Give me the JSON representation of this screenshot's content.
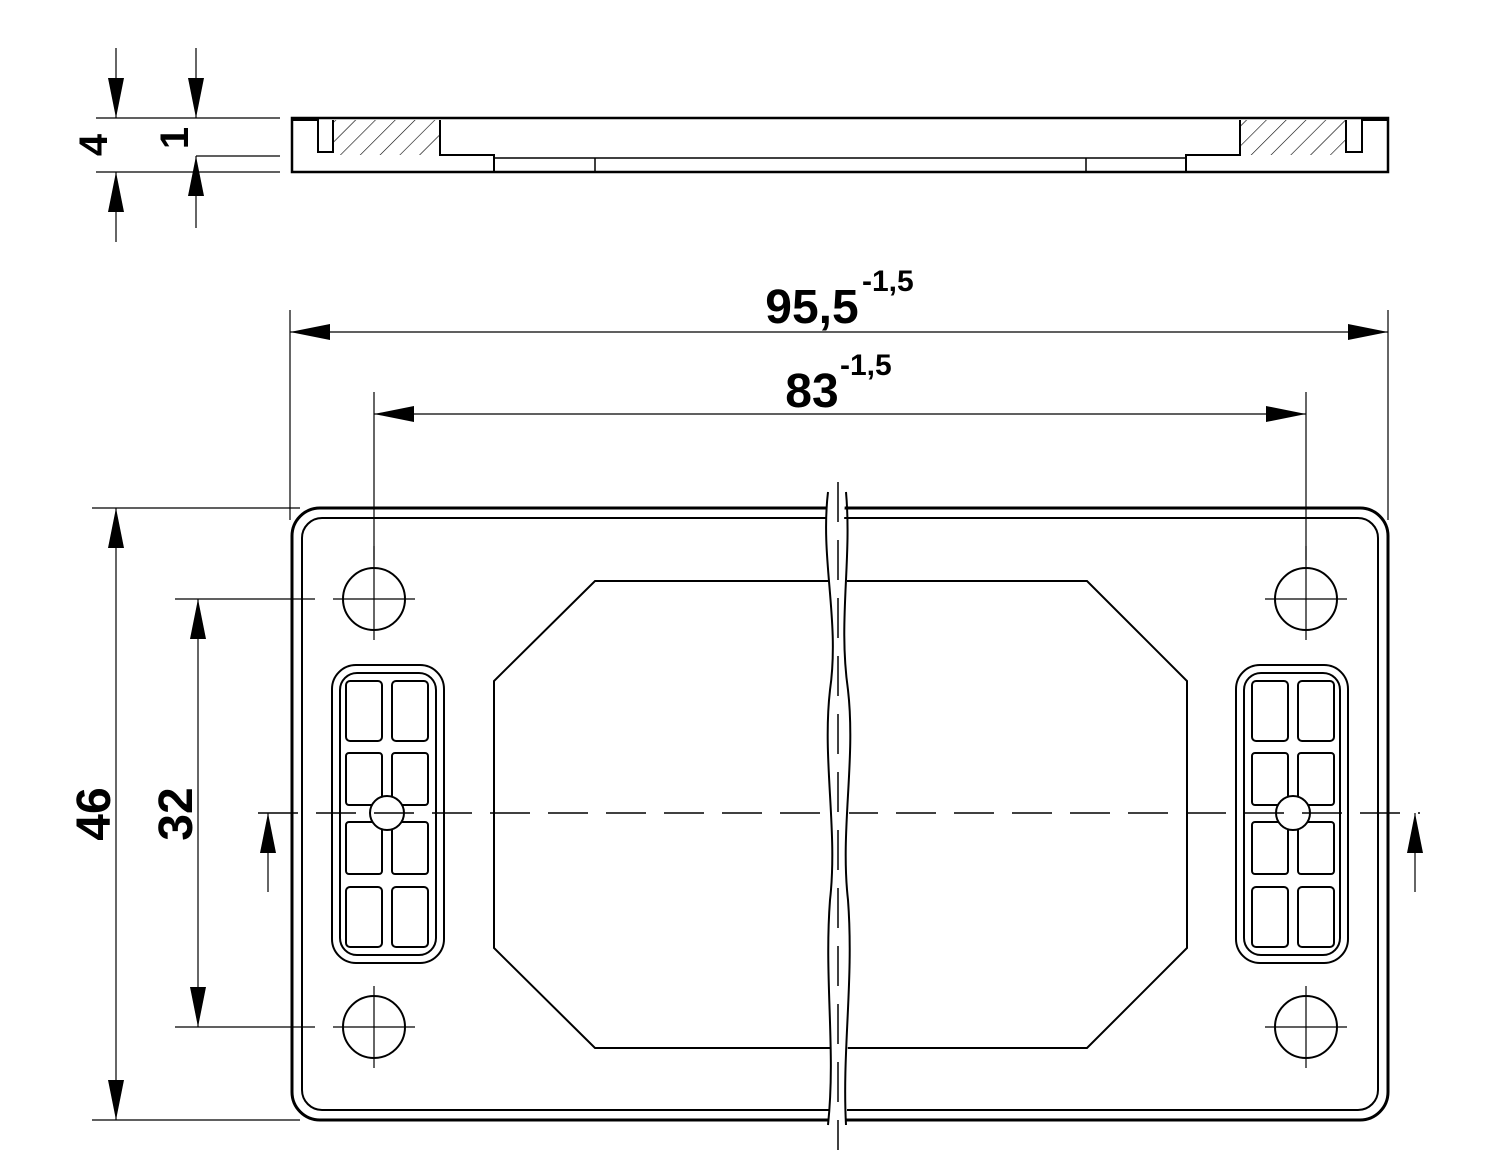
{
  "drawing": {
    "colors": {
      "line": "#000000",
      "background": "#ffffff"
    },
    "side_view": {
      "dimensions": {
        "thickness": "4",
        "step_depth": "1"
      }
    },
    "top_view": {
      "dimensions": {
        "overall_length": {
          "value": "95,5",
          "tolerance": "-1,5"
        },
        "hole_spacing_length": {
          "value": "83",
          "tolerance": "-1,5"
        },
        "overall_width": "46",
        "hole_spacing_width": "32"
      }
    }
  }
}
